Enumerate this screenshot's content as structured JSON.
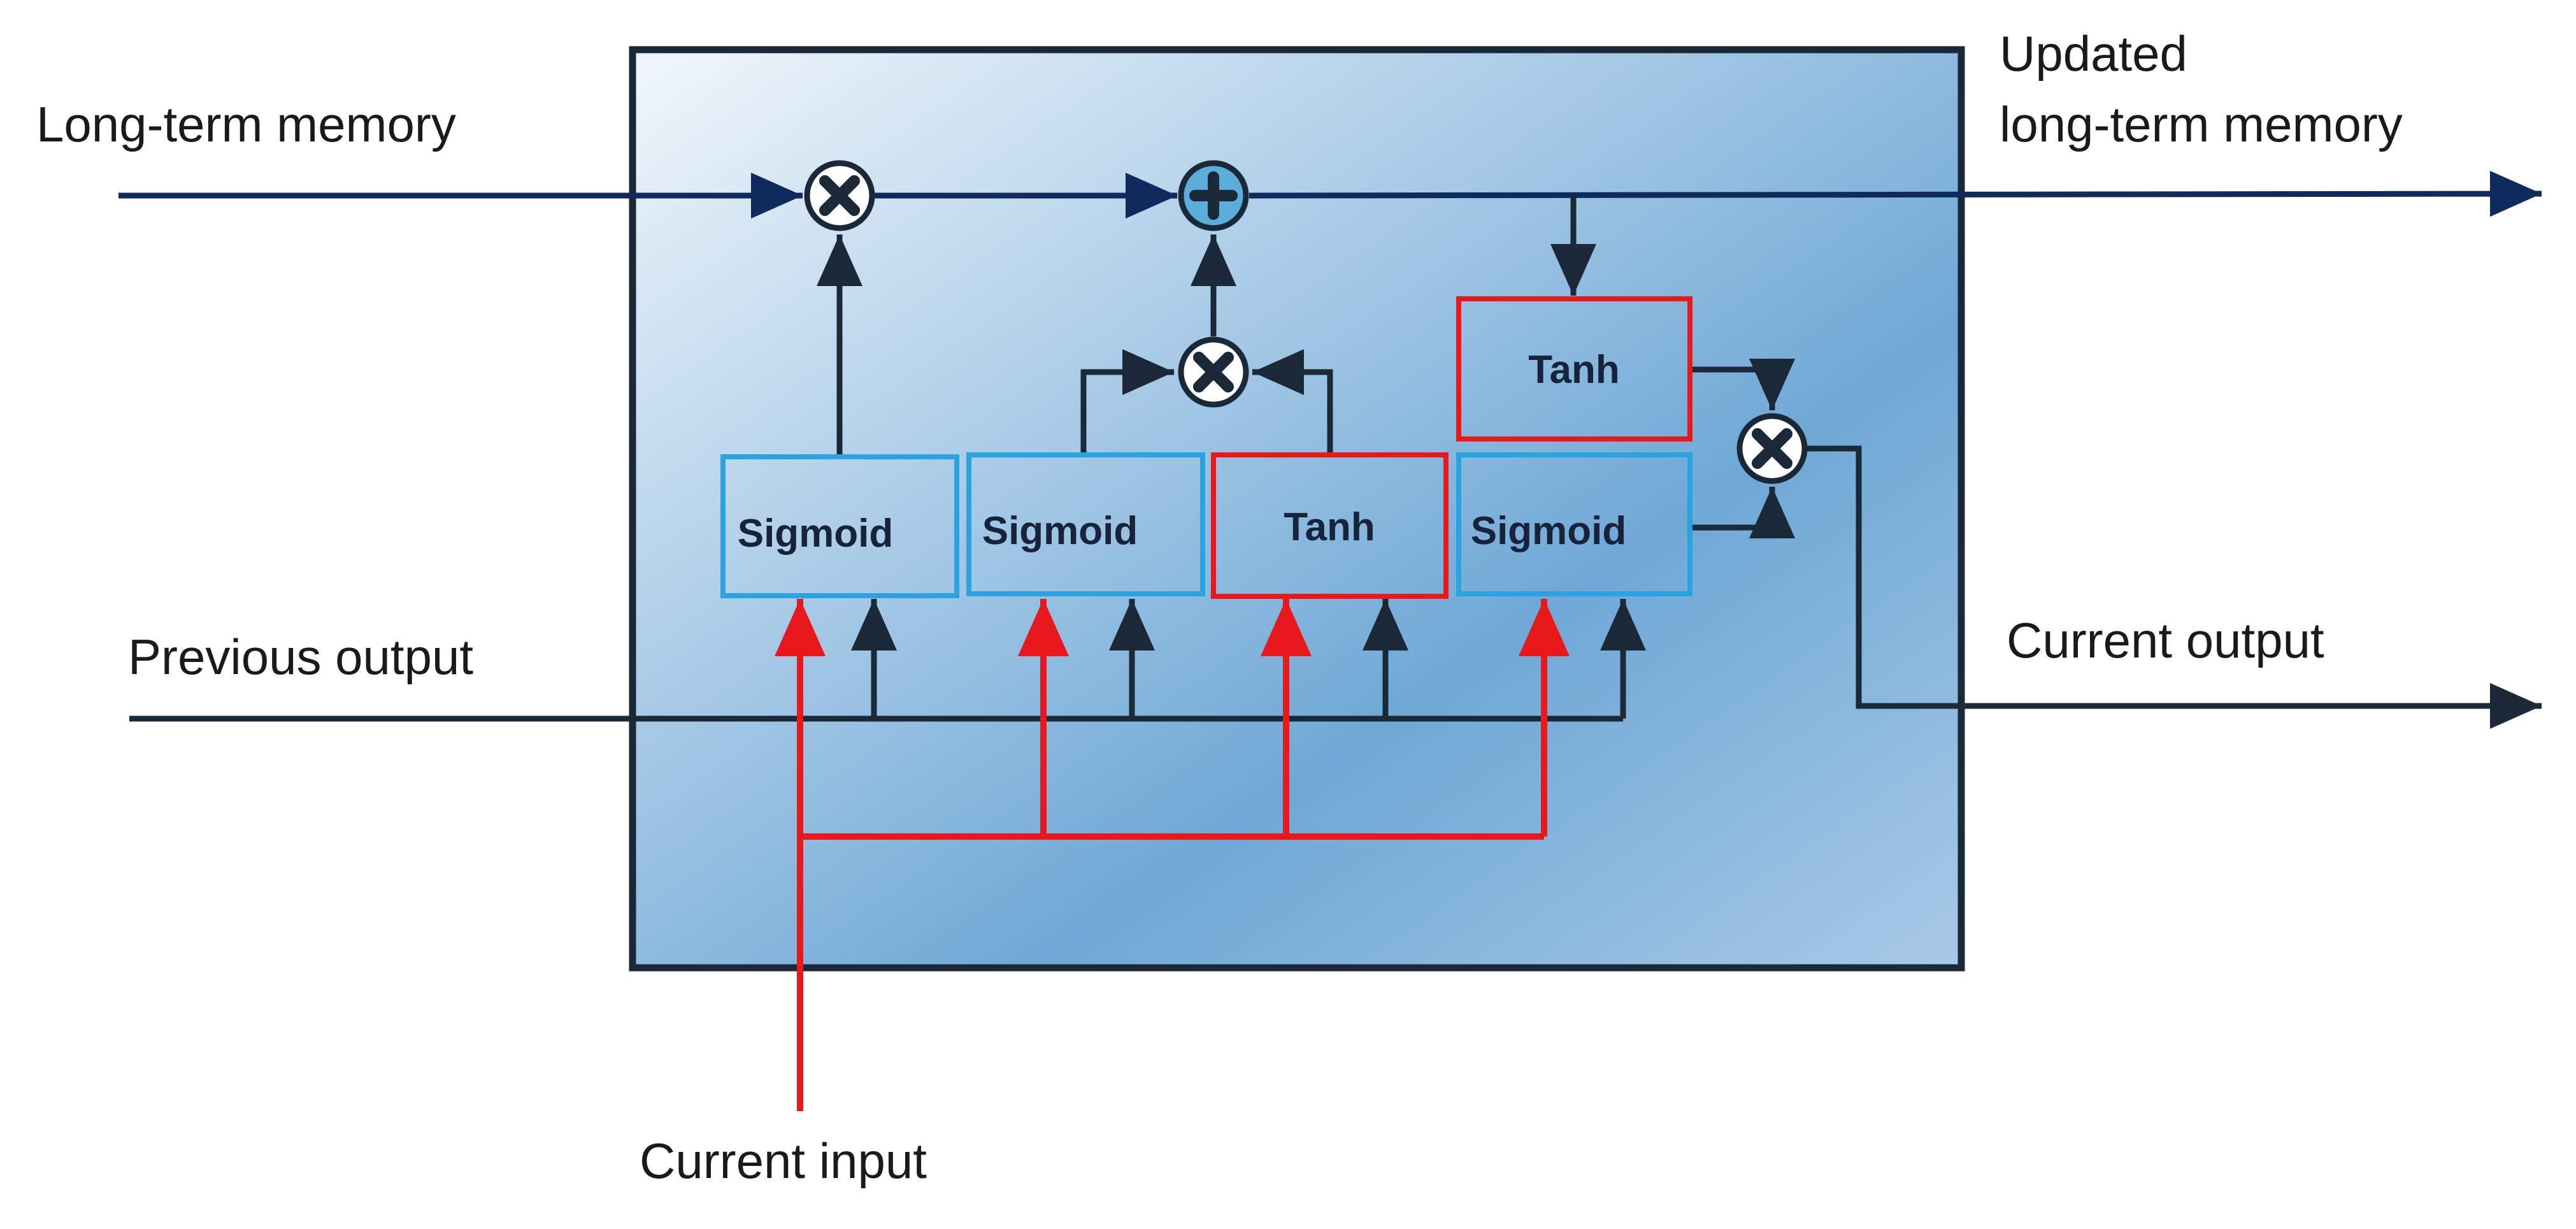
{
  "labels": {
    "long_term_memory": "Long-term memory",
    "updated_line1": "Updated",
    "updated_line2": "long-term memory",
    "previous_output": "Previous output",
    "current_output": "Current output",
    "current_input": "Current input"
  },
  "gates": {
    "forget_sigmoid": "Sigmoid",
    "input_sigmoid": "Sigmoid",
    "candidate_tanh": "Tanh",
    "output_sigmoid": "Sigmoid",
    "cell_tanh": "Tanh"
  },
  "operators": {
    "multiply": "×",
    "add": "+"
  },
  "colors": {
    "cell_gradient_start": "#f2f7fc",
    "cell_gradient_end": "#6fa8d6",
    "memory_line": "#0f2a5c",
    "output_line": "#1b2838",
    "input_line": "#e8191c",
    "sigmoid_border": "#2aa3e0",
    "tanh_border": "#e8191c",
    "operator_fill": "#1b2838"
  }
}
